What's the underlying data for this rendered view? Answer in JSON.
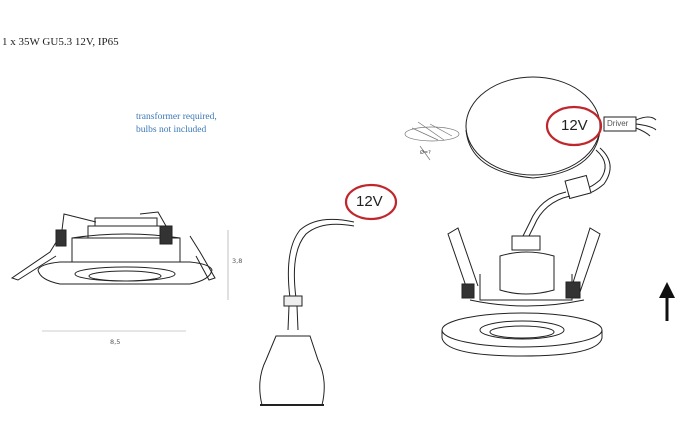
{
  "spec_line": "1 x 35W GU5.3 12V, IP65",
  "note": {
    "line1": "transformer required,",
    "line2": "bulbs not included"
  },
  "dimensions": {
    "width": "8,5",
    "height": "3,8",
    "cutout": "Ø=?"
  },
  "labels": {
    "voltage_mid": "12V",
    "voltage_right": "12V",
    "driver": "Driver"
  },
  "colors": {
    "note_text": "#3b78b5",
    "highlight_circle": "#c0272d",
    "line_art": "#222222"
  },
  "icons": {
    "up_arrow": "arrow-up-icon"
  }
}
